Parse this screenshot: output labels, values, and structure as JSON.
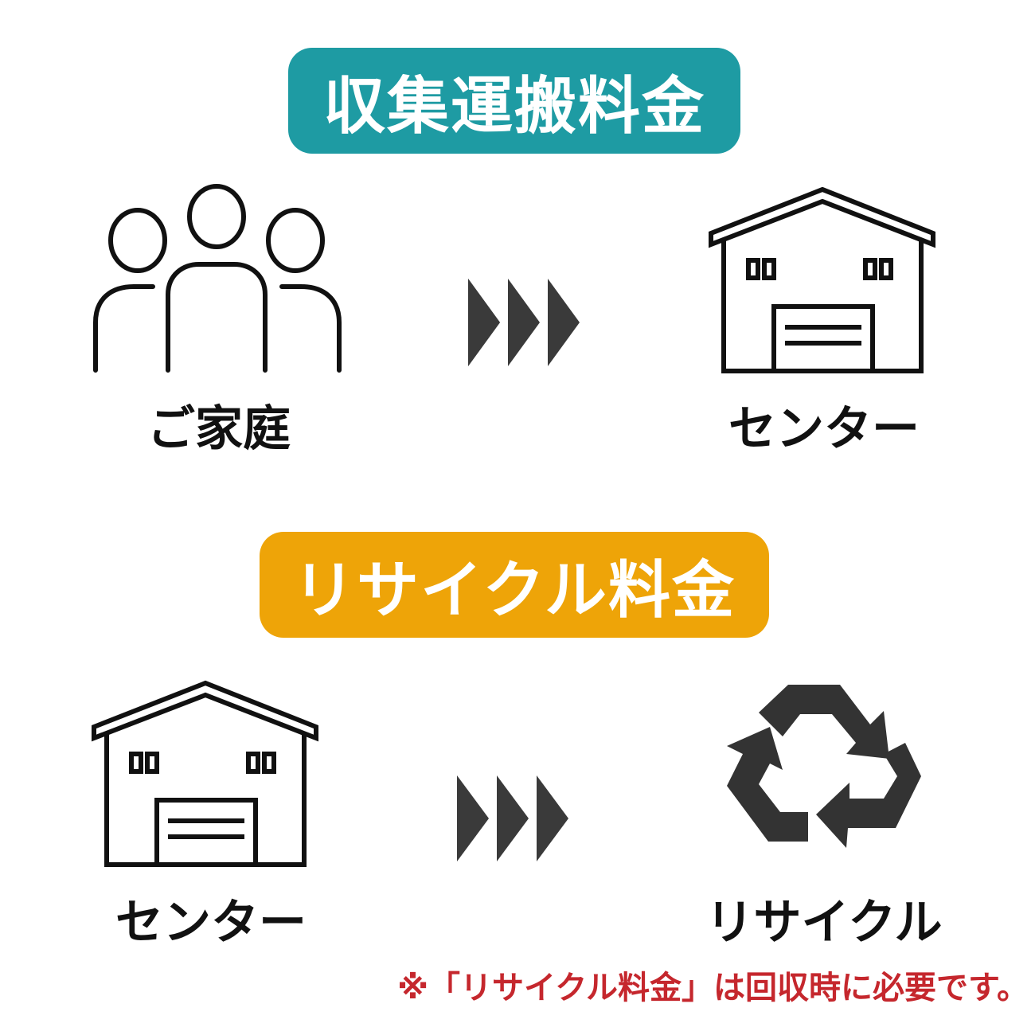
{
  "colors": {
    "transport_badge": "#1e9ba3",
    "recycle_badge": "#eea408",
    "icon_stroke": "#111111",
    "arrow_fill": "#3a3a3a",
    "recycle_symbol_fill": "#333333",
    "note_text": "#c5272d"
  },
  "transport_section": {
    "badge_label": "収集運搬料金",
    "from_label": "ご家庭",
    "to_label": "センター",
    "from_icon": "people-icon",
    "arrow_icon": "triple-chevron-right-icon",
    "to_icon": "warehouse-icon"
  },
  "recycle_section": {
    "badge_label": "リサイクル料金",
    "from_label": "センター",
    "to_label": "リサイクル",
    "from_icon": "warehouse-icon",
    "arrow_icon": "triple-chevron-right-icon",
    "to_icon": "recycle-icon"
  },
  "note": "※「リサイクル料金」は回収時に必要です。"
}
